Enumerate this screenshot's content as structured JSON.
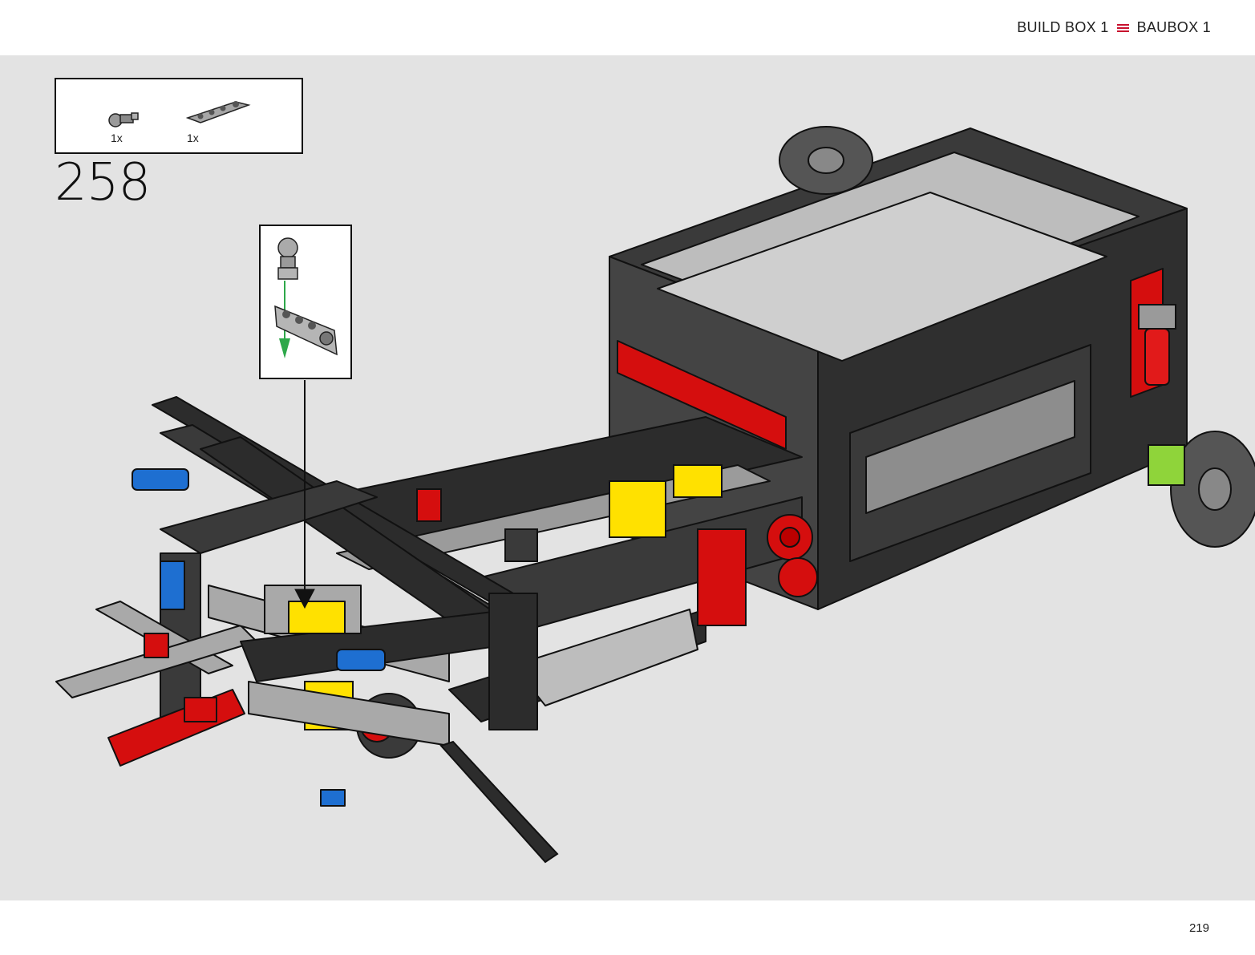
{
  "header": {
    "left_label": "BUILD BOX 1",
    "right_label": "BAUBOX 1",
    "separator_icon": "menu-lines-icon",
    "accent_color": "#c8102e"
  },
  "parts_list": {
    "items": [
      {
        "icon": "pin-with-ball-part-icon",
        "quantity": "1x"
      },
      {
        "icon": "thin-beam-4-part-icon",
        "quantity": "1x"
      }
    ]
  },
  "step": {
    "number": "258"
  },
  "callout": {
    "icon": "assembly-detail-icon",
    "arrow_color": "#2ea84a"
  },
  "main_illustration": {
    "icon": "car-chassis-model-icon"
  },
  "footer": {
    "page_number": "219"
  }
}
